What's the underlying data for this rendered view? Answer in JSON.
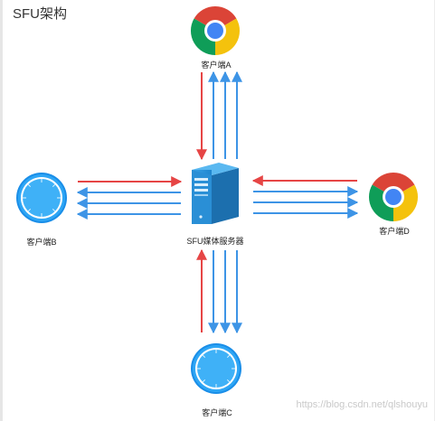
{
  "title": "SFU架构",
  "nodes": {
    "server": {
      "label": "SFU媒体服务器",
      "icon": "server-icon"
    },
    "client_a": {
      "label": "客户端A",
      "icon": "chrome-icon"
    },
    "client_b": {
      "label": "客户端B",
      "icon": "safari-icon"
    },
    "client_c": {
      "label": "客户端C",
      "icon": "safari-icon"
    },
    "client_d": {
      "label": "客户端D",
      "icon": "chrome-icon"
    }
  },
  "colors": {
    "upstream": "#e64545",
    "downstream": "#3d94e6",
    "server_body": "#2a8fd6",
    "server_side": "#1c6fae"
  },
  "watermark": "https://blog.csdn.net/qlshouyu"
}
